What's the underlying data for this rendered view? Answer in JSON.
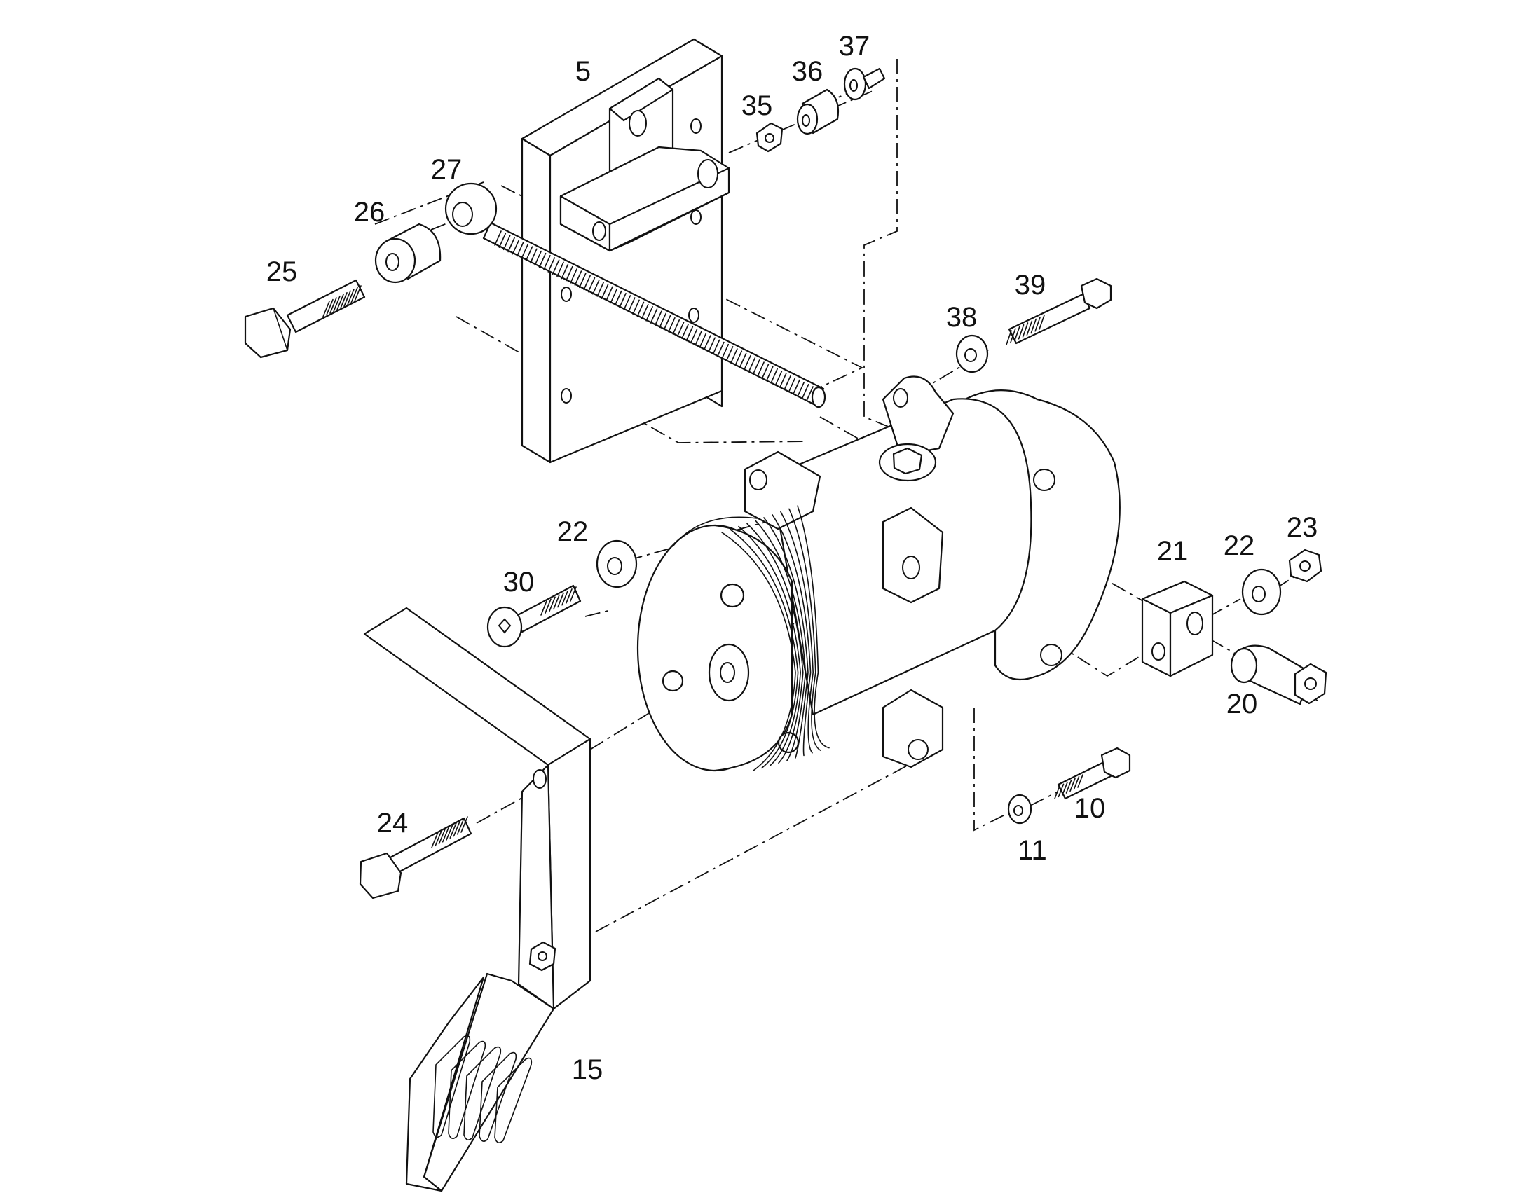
{
  "callouts": {
    "c5": "5",
    "c10": "10",
    "c11": "11",
    "c15": "15",
    "c20": "20",
    "c21": "21",
    "c22a": "22",
    "c22b": "22",
    "c23": "23",
    "c24": "24",
    "c25": "25",
    "c26": "26",
    "c27": "27",
    "c30": "30",
    "c35": "35",
    "c36": "36",
    "c37": "37",
    "c38": "38",
    "c39": "39"
  }
}
